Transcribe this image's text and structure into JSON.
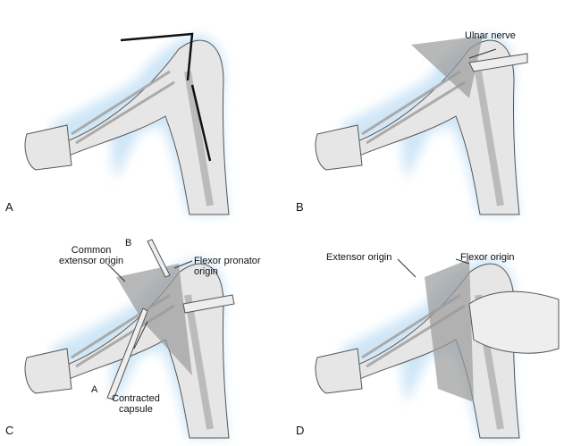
{
  "panels": [
    {
      "letter": "A"
    },
    {
      "letter": "B",
      "labels": {
        "ulnar_nerve": "Ulnar nerve"
      }
    },
    {
      "letter": "C",
      "labels": {
        "common_extensor_line1": "Common",
        "common_extensor_line2": "extensor origin",
        "flexor_pronator_line1": "Flexor pronator",
        "flexor_pronator_line2": "origin",
        "retractor_b": "B",
        "retractor_a": "A",
        "capsule_line1": "Contracted",
        "capsule_line2": "capsule"
      }
    },
    {
      "letter": "D",
      "labels": {
        "extensor_origin": "Extensor origin",
        "flexor_origin": "Flexor origin"
      }
    }
  ],
  "colors": {
    "glow": "#cfe6f7",
    "skin": "#e6e6e6",
    "outline": "#555555",
    "muscle": "#9a9a9a",
    "text": "#111111"
  }
}
